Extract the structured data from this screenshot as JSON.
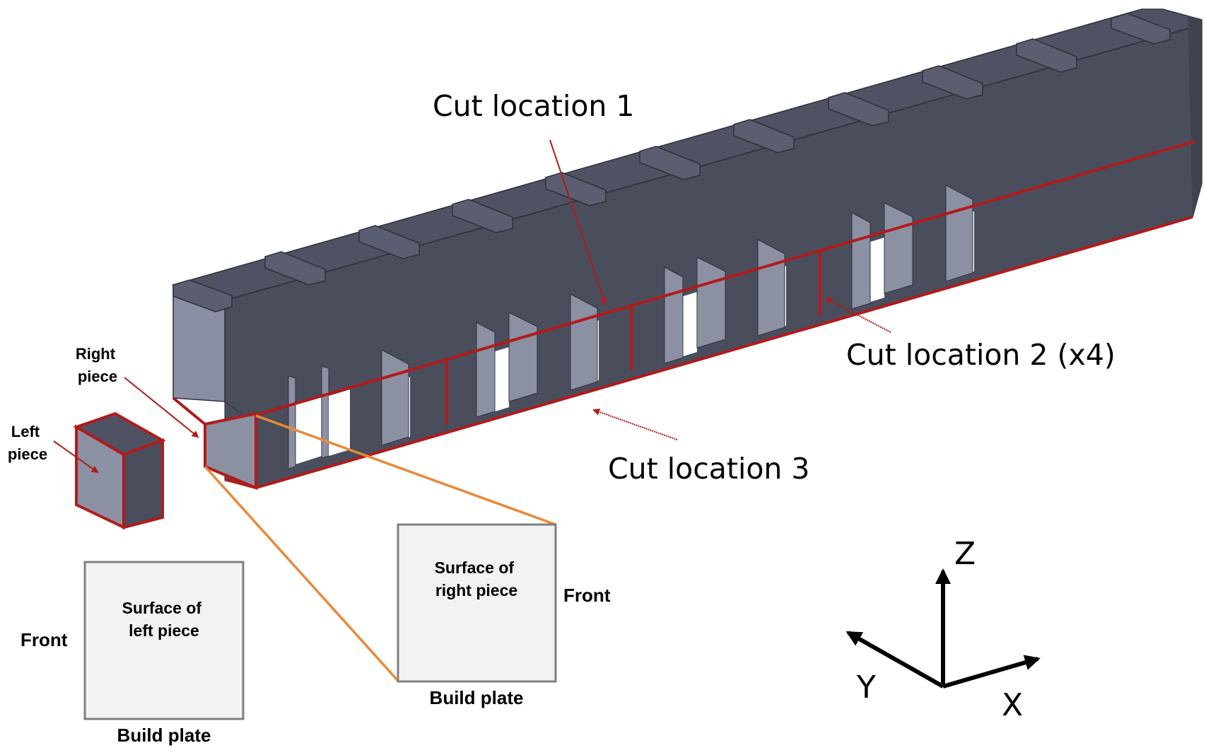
{
  "labels": {
    "cut1": "Cut location 1",
    "cut2": "Cut location 2 (x4)",
    "cut3": "Cut location 3",
    "right_piece": [
      "Right",
      "piece"
    ],
    "left_piece": [
      "Left",
      "piece"
    ],
    "left_surface": [
      "Surface of",
      "left piece"
    ],
    "right_surface": [
      "Surface of",
      "right piece"
    ],
    "front": "Front",
    "build_plate": "Build plate"
  },
  "axes": {
    "z": "Z",
    "y": "Y",
    "x": "X"
  },
  "colors": {
    "body_dark": "#4a4d5c",
    "body_top": "#4f5262",
    "slot_face": "#8c90a3",
    "cut_line": "#b21b1b",
    "zoom_line": "#e8893a",
    "surface_fill": "#f2f2f2",
    "surface_stroke": "#7f7f7f"
  }
}
